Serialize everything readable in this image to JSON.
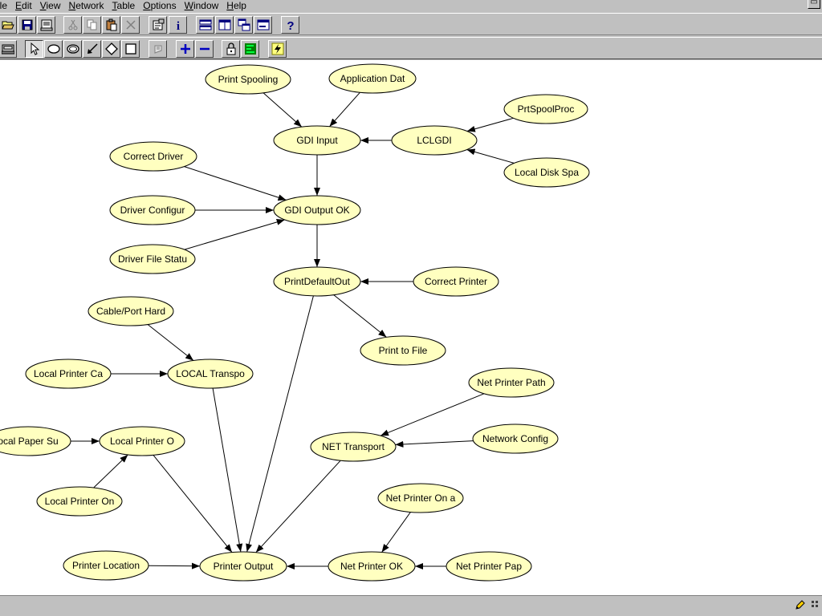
{
  "menu": [
    {
      "label": "ile",
      "acc": "",
      "rest": "ile"
    },
    {
      "label": "Edit",
      "acc": "E",
      "rest": "dit"
    },
    {
      "label": "View",
      "acc": "V",
      "rest": "iew"
    },
    {
      "label": "Network",
      "acc": "N",
      "rest": "etwork"
    },
    {
      "label": "Table",
      "acc": "T",
      "rest": "able"
    },
    {
      "label": "Options",
      "acc": "O",
      "rest": "ptions"
    },
    {
      "label": "Window",
      "acc": "W",
      "rest": "indow"
    },
    {
      "label": "Help",
      "acc": "H",
      "rest": "elp"
    }
  ],
  "restore_glyph": "▭",
  "toolbar1": [
    {
      "name": "open-folder-icon"
    },
    {
      "name": "save-icon"
    },
    {
      "name": "print-preview-icon"
    },
    {
      "name": "cut-icon",
      "disabled": true
    },
    {
      "name": "copy-icon",
      "disabled": true
    },
    {
      "name": "paste-icon"
    },
    {
      "name": "delete-icon",
      "disabled": true
    },
    {
      "name": "properties-icon"
    },
    {
      "name": "info-icon"
    },
    {
      "name": "tile-horizontal-icon"
    },
    {
      "name": "tile-vertical-icon"
    },
    {
      "name": "cascade-icon"
    },
    {
      "name": "minimize-window-icon"
    },
    {
      "name": "help-icon"
    }
  ],
  "toolbar2": [
    {
      "name": "compile-icon"
    },
    {
      "name": "select-pointer-icon",
      "pressed": true
    },
    {
      "name": "chance-node-icon"
    },
    {
      "name": "utility-node-icon"
    },
    {
      "name": "arc-tool-icon"
    },
    {
      "name": "decision-node-icon"
    },
    {
      "name": "rectangle-node-icon"
    },
    {
      "name": "evidence-icon",
      "disabled": true
    },
    {
      "name": "zoom-in-icon"
    },
    {
      "name": "zoom-out-icon"
    },
    {
      "name": "lock-icon"
    },
    {
      "name": "bar-chart-icon"
    },
    {
      "name": "lightning-icon"
    }
  ],
  "nodes": [
    {
      "id": "print_spooling",
      "label": "Print Spooling"
    },
    {
      "id": "application_dat",
      "label": "Application Dat"
    },
    {
      "id": "prtspoolproc",
      "label": "PrtSpoolProc"
    },
    {
      "id": "gdi_input",
      "label": "GDI Input"
    },
    {
      "id": "lclgdi",
      "label": "LCLGDI"
    },
    {
      "id": "local_disk_spa",
      "label": "Local Disk Spa"
    },
    {
      "id": "correct_driver",
      "label": "Correct Driver"
    },
    {
      "id": "driver_configur",
      "label": "Driver Configur"
    },
    {
      "id": "gdi_output_ok",
      "label": "GDI Output OK"
    },
    {
      "id": "driver_file_statu",
      "label": "Driver File Statu"
    },
    {
      "id": "printdefaultout",
      "label": "PrintDefaultOut"
    },
    {
      "id": "correct_printer",
      "label": "Correct Printer"
    },
    {
      "id": "cable_port_hard",
      "label": "Cable/Port Hard"
    },
    {
      "id": "print_to_file",
      "label": "Print to File"
    },
    {
      "id": "local_printer_ca",
      "label": "Local Printer Ca"
    },
    {
      "id": "local_transpo",
      "label": "LOCAL Transpo"
    },
    {
      "id": "net_printer_path",
      "label": "Net Printer Path"
    },
    {
      "id": "network_config",
      "label": "Network Config"
    },
    {
      "id": "local_paper_su",
      "label": "ocal Paper Su"
    },
    {
      "id": "local_printer_o",
      "label": "Local Printer O"
    },
    {
      "id": "net_transport",
      "label": "NET Transport"
    },
    {
      "id": "local_printer_on",
      "label": "Local Printer On"
    },
    {
      "id": "net_printer_on_a",
      "label": "Net Printer On a"
    },
    {
      "id": "printer_location",
      "label": "Printer Location"
    },
    {
      "id": "printer_output",
      "label": "Printer Output"
    },
    {
      "id": "net_printer_ok",
      "label": "Net Printer OK"
    },
    {
      "id": "net_printer_pap",
      "label": "Net Printer Pap"
    }
  ],
  "edges": [
    [
      "print_spooling",
      "gdi_input"
    ],
    [
      "application_dat",
      "gdi_input"
    ],
    [
      "lclgdi",
      "gdi_input"
    ],
    [
      "prtspoolproc",
      "lclgdi"
    ],
    [
      "local_disk_spa",
      "lclgdi"
    ],
    [
      "gdi_input",
      "gdi_output_ok"
    ],
    [
      "correct_driver",
      "gdi_output_ok"
    ],
    [
      "driver_configur",
      "gdi_output_ok"
    ],
    [
      "driver_file_statu",
      "gdi_output_ok"
    ],
    [
      "gdi_output_ok",
      "printdefaultout"
    ],
    [
      "correct_printer",
      "printdefaultout"
    ],
    [
      "printdefaultout",
      "print_to_file"
    ],
    [
      "printdefaultout",
      "printer_output"
    ],
    [
      "cable_port_hard",
      "local_transpo"
    ],
    [
      "local_printer_ca",
      "local_transpo"
    ],
    [
      "local_transpo",
      "printer_output"
    ],
    [
      "local_paper_su",
      "local_printer_o"
    ],
    [
      "local_printer_on",
      "local_printer_o"
    ],
    [
      "local_printer_o",
      "printer_output"
    ],
    [
      "net_printer_path",
      "net_transport"
    ],
    [
      "network_config",
      "net_transport"
    ],
    [
      "net_transport",
      "printer_output"
    ],
    [
      "net_printer_on_a",
      "net_printer_ok"
    ],
    [
      "net_printer_pap",
      "net_printer_ok"
    ],
    [
      "net_printer_ok",
      "printer_output"
    ],
    [
      "printer_location",
      "printer_output"
    ]
  ],
  "colors": {
    "node_fill": "#ffffc0",
    "node_stroke": "#000000",
    "canvas_bg": "#ffffff",
    "chrome": "#c0c0c0"
  }
}
